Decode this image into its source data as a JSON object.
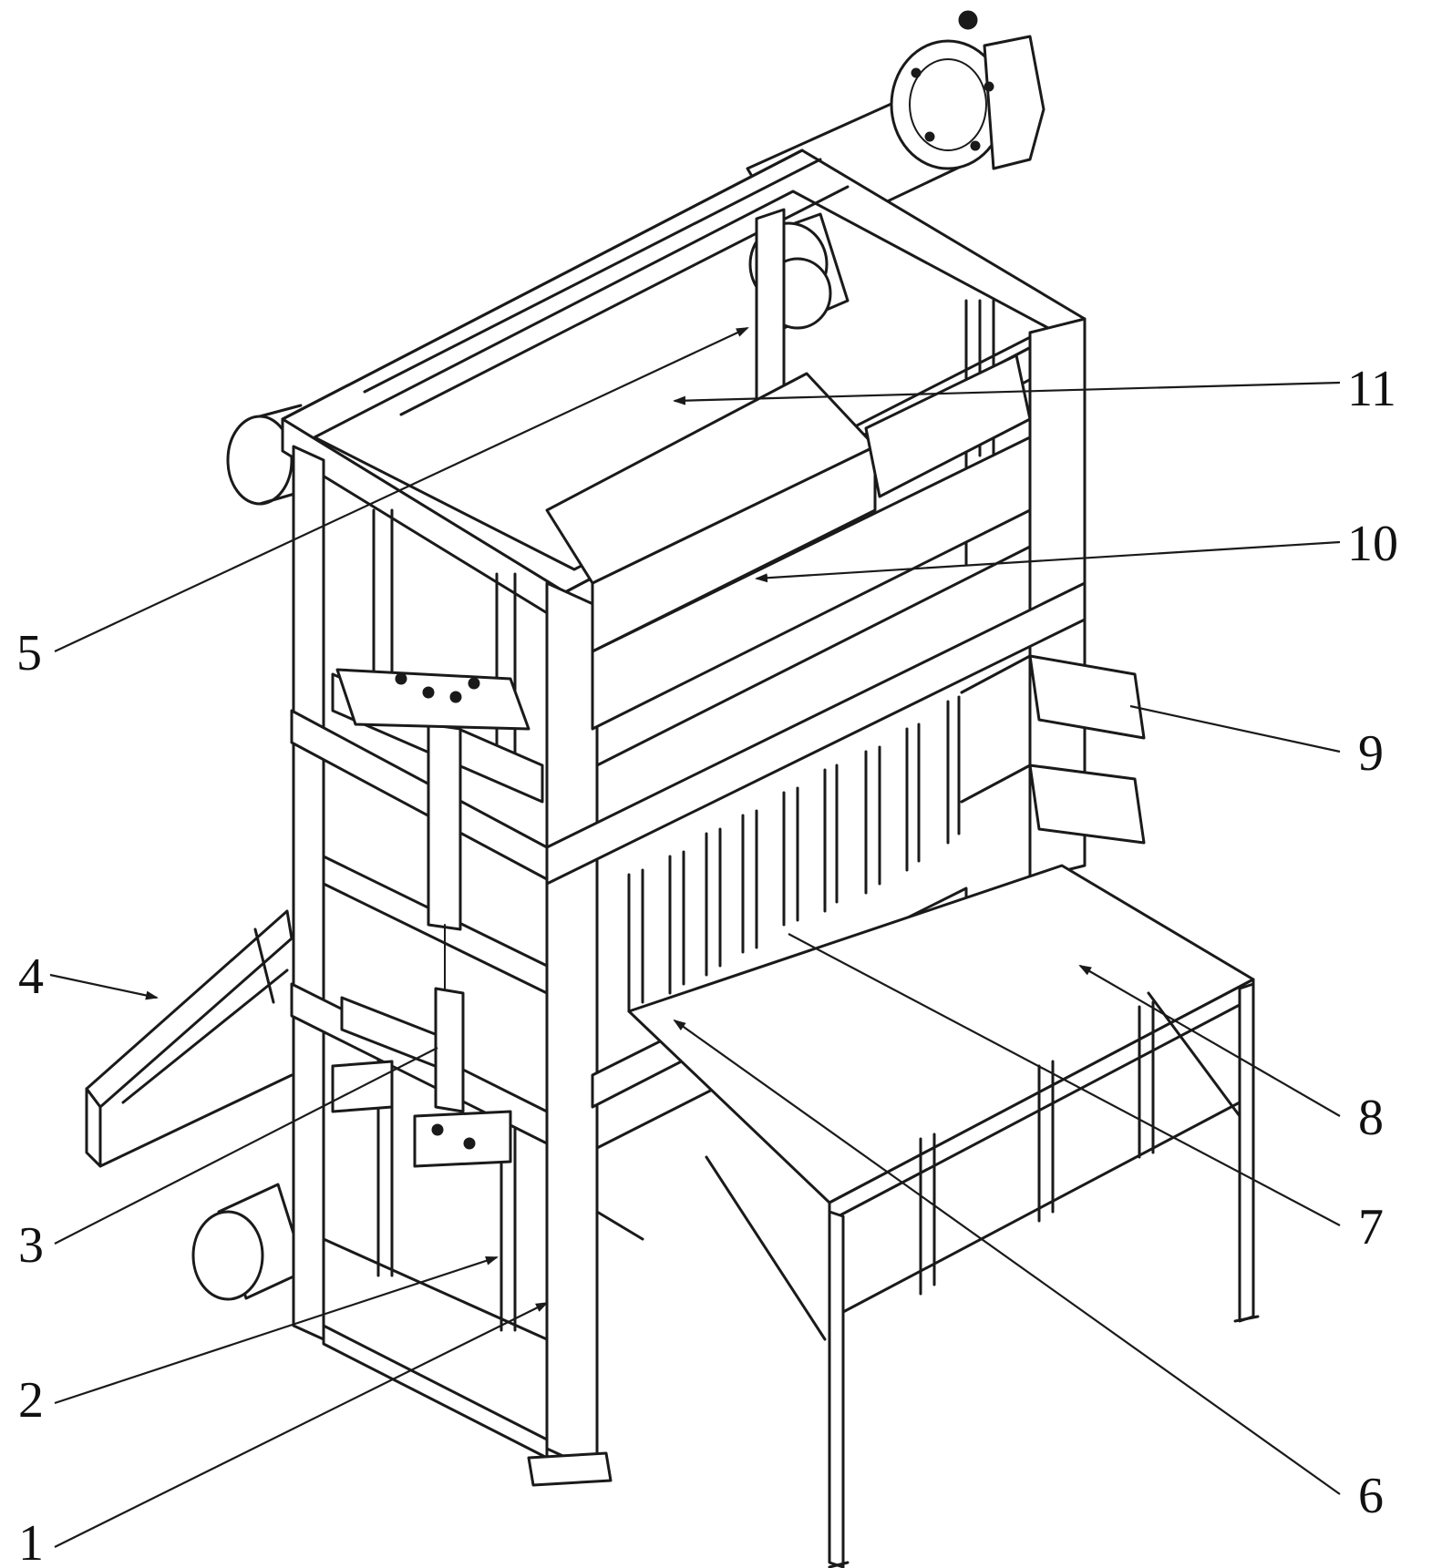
{
  "diagram": {
    "callouts": [
      {
        "id": "1",
        "label": "1"
      },
      {
        "id": "2",
        "label": "2"
      },
      {
        "id": "3",
        "label": "3"
      },
      {
        "id": "4",
        "label": "4"
      },
      {
        "id": "5",
        "label": "5"
      },
      {
        "id": "6",
        "label": "6"
      },
      {
        "id": "7",
        "label": "7"
      },
      {
        "id": "8",
        "label": "8"
      },
      {
        "id": "9",
        "label": "9"
      },
      {
        "id": "10",
        "label": "10"
      },
      {
        "id": "11",
        "label": "11"
      }
    ],
    "colors": {
      "ink": "#1a1a1a",
      "paper": "#ffffff"
    }
  }
}
